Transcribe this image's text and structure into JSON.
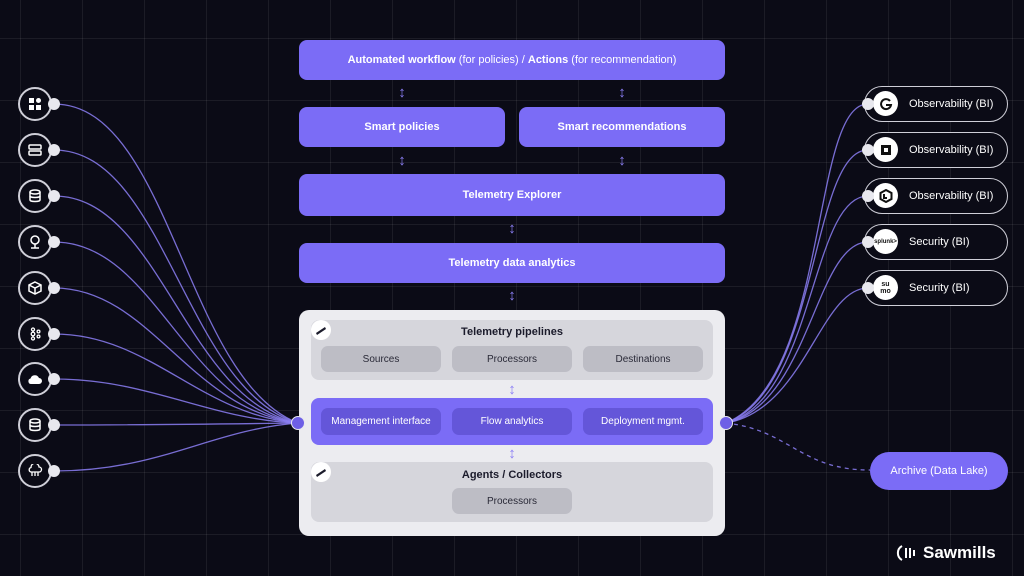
{
  "top_bar": {
    "part1_bold": "Automated workflow",
    "part1_normal": " (for policies) / ",
    "part2_bold": "Actions",
    "part2_normal": " (for recommendation)"
  },
  "smart_policies": "Smart policies",
  "smart_recommendations": "Smart recommendations",
  "telemetry_explorer": "Telemetry Explorer",
  "telemetry_data_analytics": "Telemetry data analytics",
  "pipelines": {
    "title": "Telemetry pipelines",
    "chips": [
      "Sources",
      "Processors",
      "Destinations"
    ]
  },
  "management": {
    "chips": [
      "Management interface",
      "Flow analytics",
      "Deployment mgmt."
    ]
  },
  "agents": {
    "title": "Agents / Collectors",
    "chips": [
      "Processors"
    ]
  },
  "left_sources": [
    {
      "icon": "apps-grid-icon"
    },
    {
      "icon": "server-icon"
    },
    {
      "icon": "database-icon"
    },
    {
      "icon": "network-icon"
    },
    {
      "icon": "cube-icon"
    },
    {
      "icon": "kafka-icon"
    },
    {
      "icon": "cloud-icon"
    },
    {
      "icon": "database-stack-icon"
    },
    {
      "icon": "cloud-network-icon"
    }
  ],
  "destinations": [
    {
      "label": "Observability (BI)",
      "icon": "grafana-icon"
    },
    {
      "label": "Observability (BI)",
      "icon": "new-relic-icon"
    },
    {
      "label": "Observability (BI)",
      "icon": "datadog-icon"
    },
    {
      "label": "Security (BI)",
      "icon": "splunk-icon",
      "icon_text": "splunk>"
    },
    {
      "label": "Security (BI)",
      "icon": "sumo-logic-icon",
      "icon_text": "su mo"
    }
  ],
  "archive": "Archive (Data Lake)",
  "brand": "Sawmills",
  "colors": {
    "background": "#0b0b16",
    "accent": "#7b6cf6",
    "panel": "#ececf0"
  }
}
